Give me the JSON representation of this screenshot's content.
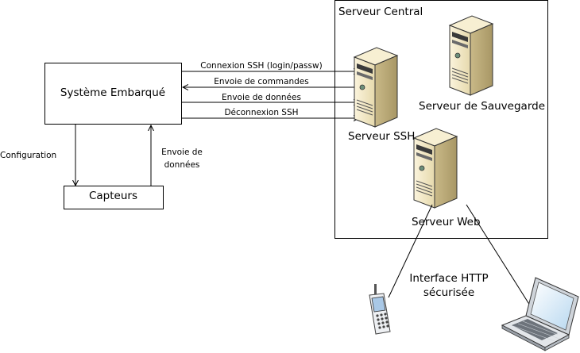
{
  "boxes": {
    "embedded": "Système Embarqué",
    "sensors": "Capteurs",
    "central": "Serveur Central"
  },
  "arrows": {
    "ssh_connect": "Connexion SSH (login/passw)",
    "send_commands": "Envoie de commandes",
    "send_data": "Envoie de données",
    "ssh_disconnect": "Déconnexion SSH"
  },
  "side_labels": {
    "configuration": "Configuration",
    "send_data_line1": "Envoie de",
    "send_data_line2": "données"
  },
  "servers": {
    "ssh": "Serveur SSH",
    "backup": "Serveur de Sauvegarde",
    "web": "Serveur Web"
  },
  "http": {
    "line1": "Interface HTTP",
    "line2": "sécurisée"
  },
  "icons": [
    "server-icon",
    "mobile-phone-icon",
    "laptop-icon"
  ]
}
